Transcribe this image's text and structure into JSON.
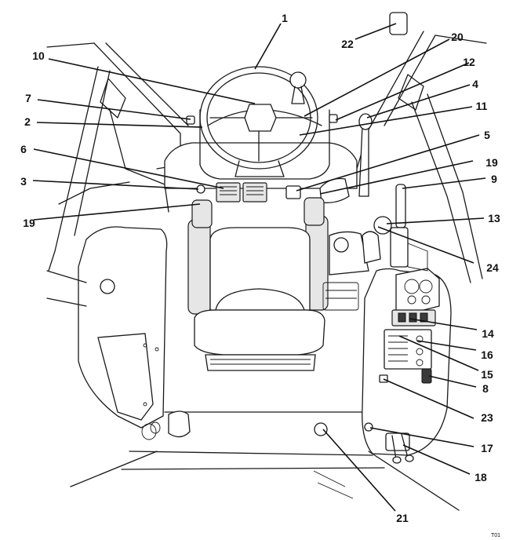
{
  "figure": {
    "code": "T01"
  },
  "callouts": [
    {
      "label": "1"
    },
    {
      "label": "22"
    },
    {
      "label": "20"
    },
    {
      "label": "10"
    },
    {
      "label": "12"
    },
    {
      "label": "7"
    },
    {
      "label": "4"
    },
    {
      "label": "2"
    },
    {
      "label": "11"
    },
    {
      "label": "6"
    },
    {
      "label": "5"
    },
    {
      "label": "19"
    },
    {
      "label": "3"
    },
    {
      "label": "9"
    },
    {
      "label": "19"
    },
    {
      "label": "13"
    },
    {
      "label": "24"
    },
    {
      "label": "14"
    },
    {
      "label": "16"
    },
    {
      "label": "15"
    },
    {
      "label": "8"
    },
    {
      "label": "23"
    },
    {
      "label": "17"
    },
    {
      "label": "18"
    },
    {
      "label": "21"
    }
  ]
}
